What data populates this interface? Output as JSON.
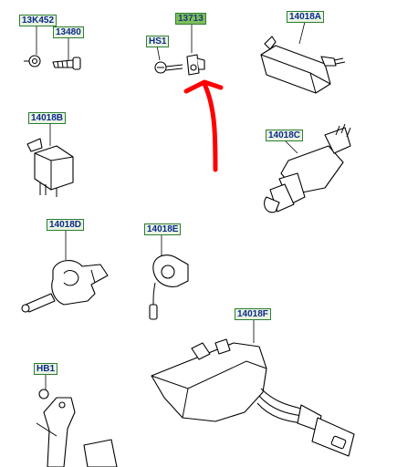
{
  "labels": {
    "p13k452": "13K452",
    "p13480": "13480",
    "p13713": "13713",
    "hs1": "HS1",
    "p14018a": "14018A",
    "p14018b": "14018B",
    "p14018c": "14018C",
    "p14018d": "14018D",
    "p14018e": "14018E",
    "p14018f": "14018F",
    "hb1": "HB1"
  },
  "colors": {
    "label_text": "#0b2a8a",
    "label_border": "#2e7d32",
    "label_fill": "#e9f3e2",
    "highlight_fill": "#7fbf5a",
    "arrow": "#ff0000"
  }
}
